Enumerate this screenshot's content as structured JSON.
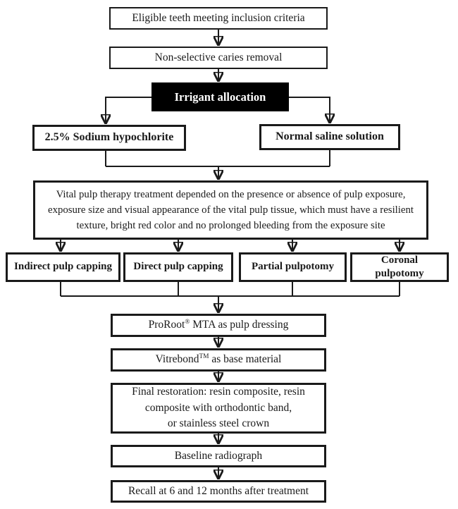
{
  "flowchart": {
    "colors": {
      "background": "#ffffff",
      "line": "#1a1a1a",
      "box_border": "#1a1a1a",
      "emphasis_bg": "#000000",
      "emphasis_text": "#ffffff"
    },
    "nodes": {
      "eligible": {
        "label": "Eligible teeth meeting inclusion criteria"
      },
      "caries": {
        "label": "Non-selective caries removal"
      },
      "irrigant": {
        "label": "Irrigant allocation"
      },
      "hypochlorite": {
        "label": "2.5% Sodium hypochlorite"
      },
      "saline": {
        "label": "Normal saline solution"
      },
      "vpt": {
        "lines": [
          "Vital pulp therapy treatment depended on the presence or absence of pulp exposure,",
          "exposure size and visual appearance of the vital pulp tissue, which must have a resilient",
          "texture, bright red color and no prolonged bleeding from the exposure site"
        ]
      },
      "indirect": {
        "label": "Indirect pulp capping"
      },
      "direct": {
        "label": "Direct pulp capping"
      },
      "partial": {
        "label": "Partial pulpotomy"
      },
      "coronal": {
        "label": "Coronal pulpotomy"
      },
      "proroot": {
        "pre": "ProRoot",
        "sup": "®",
        "post": " MTA as pulp dressing"
      },
      "vitrebond": {
        "pre": "Vitrebond",
        "sup": "TM",
        "post": " as base material"
      },
      "final_restoration": {
        "lines": [
          "Final restoration: resin composite, resin",
          "composite with orthodontic band,",
          "or stainless steel crown"
        ]
      },
      "radiograph": {
        "label": "Baseline radiograph"
      },
      "recall": {
        "label": "Recall at 6 and 12 months after treatment"
      }
    }
  }
}
